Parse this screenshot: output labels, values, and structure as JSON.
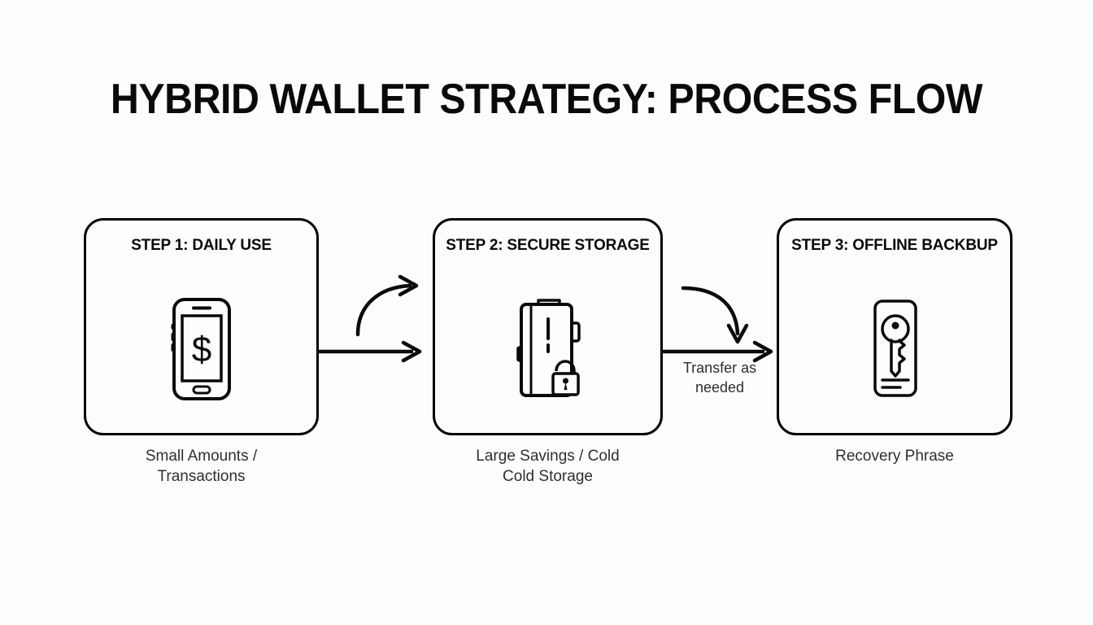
{
  "slide": {
    "title": "HYBRID WALLET STRATEGY: PROCESS FLOW",
    "background_color": "#fcfdfe",
    "ink_color": "#0a0a0a",
    "caption_color": "#2f2f2f"
  },
  "steps": [
    {
      "title": "STEP 1: DAILY USE",
      "icon": "smartphone-dollar-icon",
      "caption_line1": "Small Amounts /",
      "caption_line2": "Transactions"
    },
    {
      "title": "STEP 2: SECURE STORAGE",
      "icon": "hardware-wallet-lock-icon",
      "caption_line1": "Large Savings / Cold",
      "caption_line2": "Cold Storage"
    },
    {
      "title": "STEP 3: OFFLINE BACKBUP",
      "icon": "key-recovery-sheet-icon",
      "caption_line1": "Recovery Phrase",
      "caption_line2": ""
    }
  ],
  "connectors": [
    {
      "name": "step1-to-step2",
      "curved_arrow": "curved-arrow-up-right-icon",
      "straight_arrow": "straight-arrow-right-icon",
      "label_line1": "",
      "label_line2": ""
    },
    {
      "name": "step2-to-step3",
      "curved_arrow": "curved-arrow-down-right-icon",
      "straight_arrow": "straight-arrow-right-icon",
      "label_line1": "Transfer as",
      "label_line2": "needed"
    }
  ]
}
